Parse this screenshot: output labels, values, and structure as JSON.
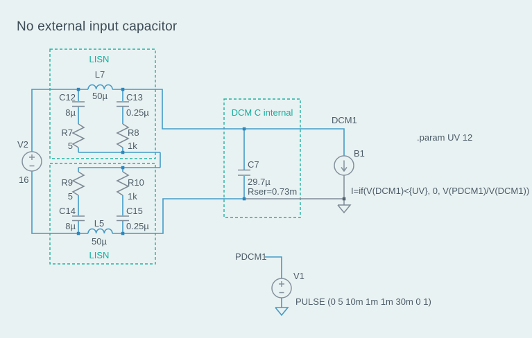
{
  "title": "No external input capacitor",
  "colors": {
    "background": "#e9f2f2",
    "wire_blue": "#429bc7",
    "symbol_gray": "#7d8b97",
    "annotation_teal": "#1fb3a3",
    "text": "#4c5c68"
  },
  "boxes": {
    "lisn_top": {
      "label": "LISN"
    },
    "lisn_bottom": {
      "label": "LISN"
    },
    "dcm": {
      "label": "DCM C internal"
    }
  },
  "components": {
    "v2": {
      "ref": "V2",
      "value": "16"
    },
    "l7": {
      "ref": "L7",
      "value": "50µ"
    },
    "c12": {
      "ref": "C12",
      "value": "8µ"
    },
    "c13": {
      "ref": "C13",
      "value": "0.25µ"
    },
    "r7": {
      "ref": "R7",
      "value": "5"
    },
    "r8": {
      "ref": "R8",
      "value": "1k"
    },
    "r9": {
      "ref": "R9",
      "value": "5"
    },
    "r10": {
      "ref": "R10",
      "value": "1k"
    },
    "c14": {
      "ref": "C14",
      "value": "8µ"
    },
    "c15": {
      "ref": "C15",
      "value": "0.25µ"
    },
    "l5": {
      "ref": "L5",
      "value": "50µ"
    },
    "c7": {
      "ref": "C7",
      "value": "29.7µ",
      "param": "Rser=0.73m"
    },
    "b1": {
      "ref": "B1",
      "equation": "I=if(V(DCM1)<{UV}, 0, V(PDCM1)/V(DCM1))"
    },
    "v1": {
      "ref": "V1",
      "value": "PULSE (0 5 10m 1m 1m 30m 0 1)"
    }
  },
  "nets": {
    "dcm1": "DCM1",
    "pdcm1": "PDCM1"
  },
  "directives": {
    "param_uv": ".param UV 12"
  }
}
